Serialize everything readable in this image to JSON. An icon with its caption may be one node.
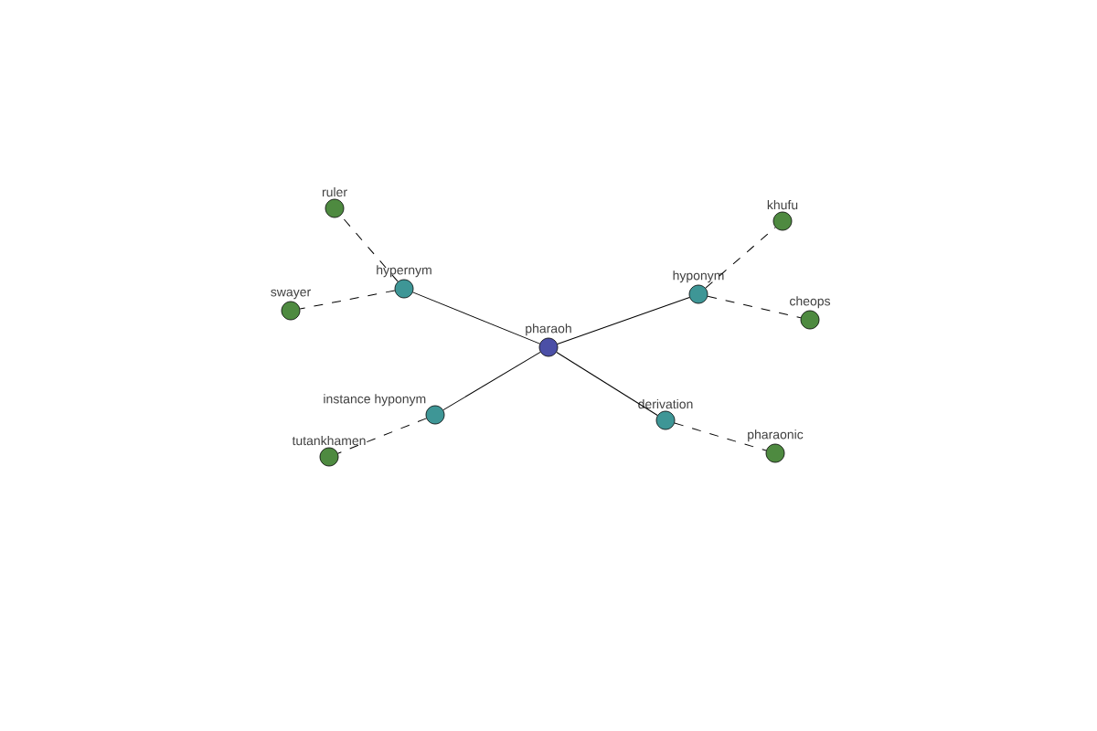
{
  "diagram": {
    "nodes": [
      {
        "text": [
          "pharaoh"
        ]
      },
      {
        "text": [
          "hypernym"
        ]
      },
      {
        "text": [
          "hyponym"
        ]
      },
      {
        "text": [
          "instance hyponym"
        ]
      },
      {
        "text": [
          "derivation"
        ]
      },
      {
        "text": [
          "ruler"
        ]
      },
      {
        "text": [
          "swayer"
        ]
      },
      {
        "text": [
          "khufu"
        ]
      },
      {
        "text": [
          "cheops"
        ]
      },
      {
        "text": [
          "tutankhamen"
        ]
      },
      {
        "text": [
          "pharaonic"
        ]
      }
    ],
    "edges": [
      {
        "from": 0,
        "to": 1,
        "arrow": "none"
      },
      {
        "from": 0,
        "to": 2,
        "arrow": "none"
      },
      {
        "from": 0,
        "to": 3,
        "arrow": "none"
      },
      {
        "from": 0,
        "to": 4,
        "arrow": "none"
      },
      {
        "from": 1,
        "to": 5,
        "arrow": "none",
        "style": "dashed"
      },
      {
        "from": 1,
        "to": 6,
        "arrow": "none",
        "style": "dashed"
      },
      {
        "from": 2,
        "to": 7,
        "arrow": "none",
        "style": "dashed"
      },
      {
        "from": 2,
        "to": 8,
        "arrow": "none",
        "style": "dashed"
      },
      {
        "from": 3,
        "to": 9,
        "arrow": "none",
        "style": "dashed"
      },
      {
        "from": 4,
        "to": 10,
        "arrow": "none",
        "style": "dashed"
      }
    ]
  }
}
